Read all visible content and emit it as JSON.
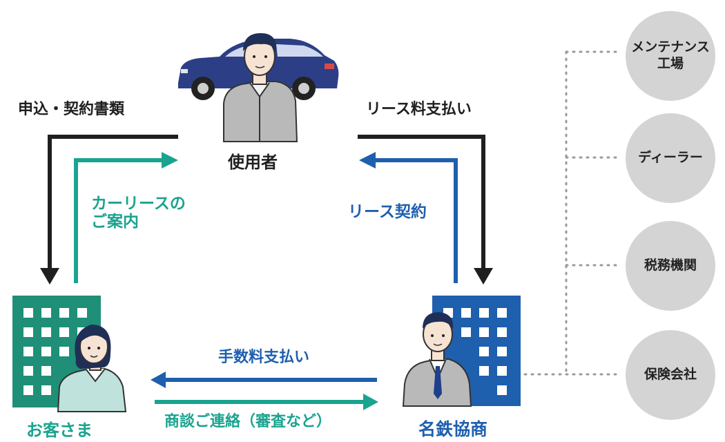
{
  "labels": {
    "application_docs": "申込・契約書類",
    "lease_payment": "リース料支払い",
    "user": "使用者",
    "carlease_info_line1": "カーリースの",
    "carlease_info_line2": "ご案内",
    "lease_contract": "リース契約",
    "customer": "お客さま",
    "company": "名鉄協商",
    "commission_payment": "手数料支払い",
    "business_contact": "商談ご連絡（審査など）"
  },
  "partners": [
    {
      "label": "メンテナンス\n工場"
    },
    {
      "label": "ディーラー"
    },
    {
      "label": "税務機関"
    },
    {
      "label": "保険会社"
    }
  ],
  "colors": {
    "black_arrow": "#1f1f1f",
    "teal": "#1aa38f",
    "blue": "#1e5fae",
    "customer_building": "#1f8f78",
    "company_building": "#1e5fae",
    "car": "#2c3f86",
    "partner_circle": "#d4d4d4"
  }
}
